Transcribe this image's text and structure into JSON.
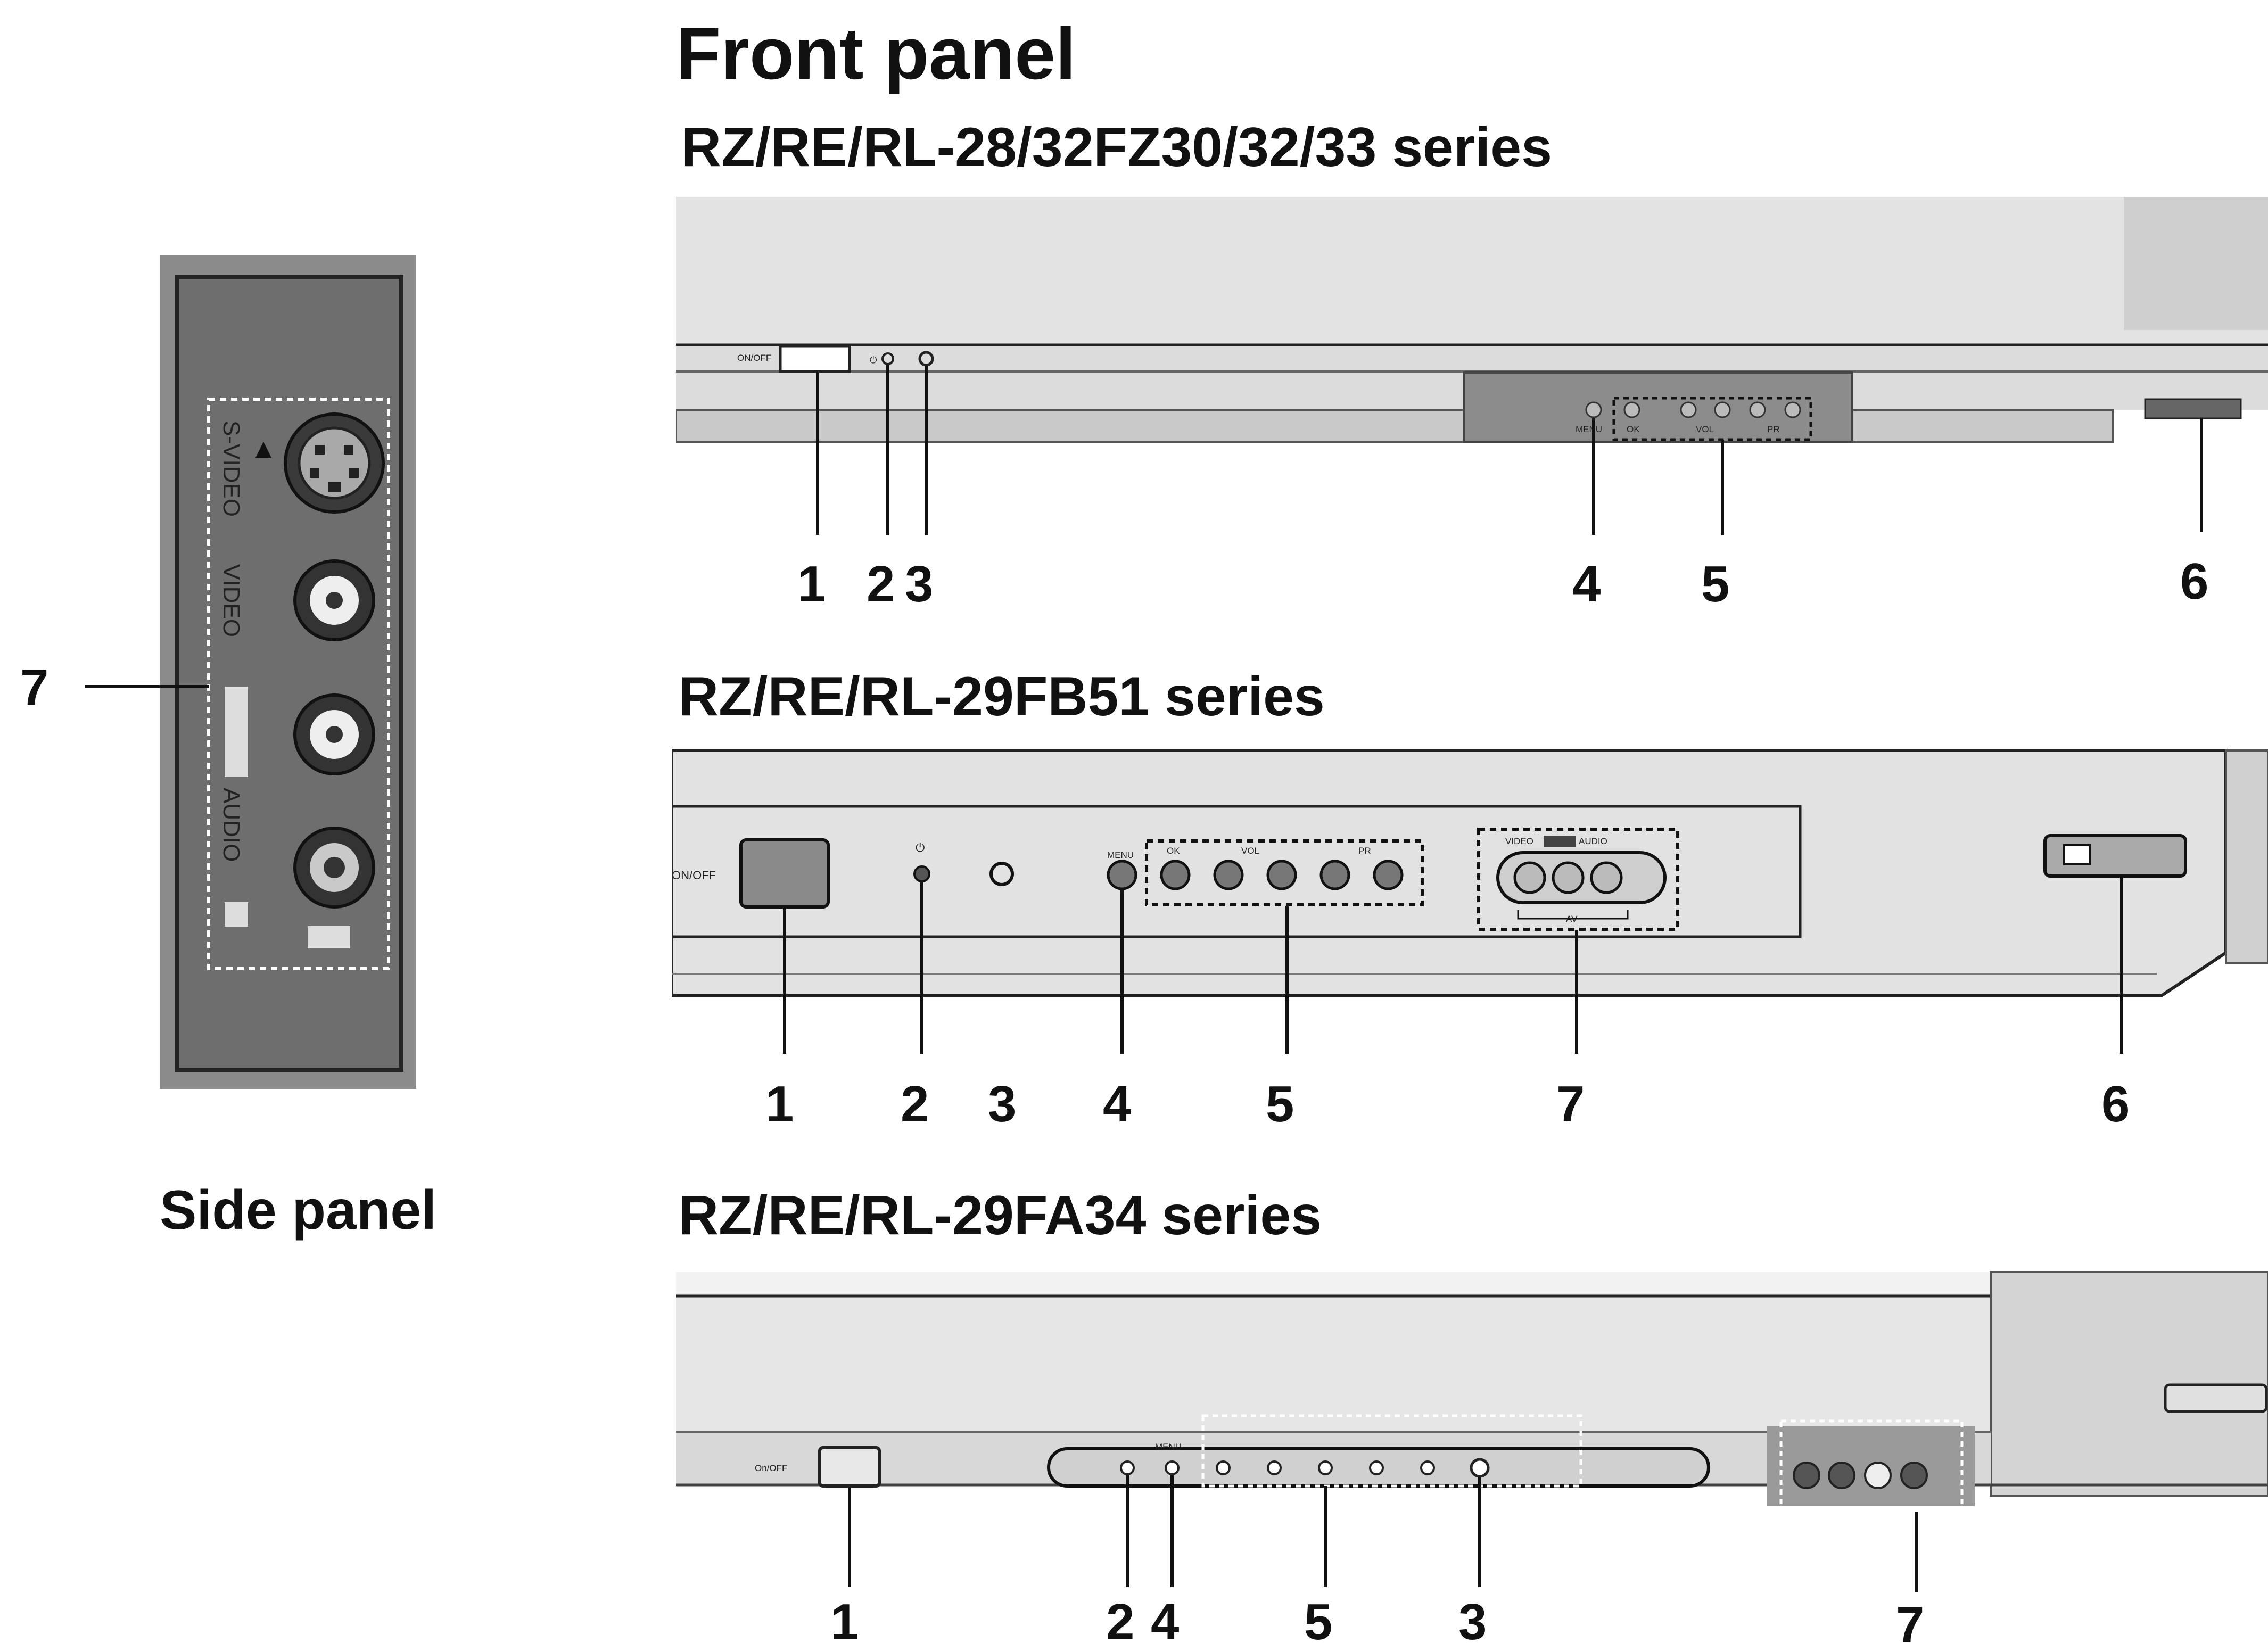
{
  "headings": {
    "front_panel": "Front panel",
    "side_panel": "Side panel",
    "model_a": "RZ/RE/RL-28/32FZ30/32/33 series",
    "model_b": "RZ/RE/RL-29FB51 series",
    "model_c": "RZ/RE/RL-29FA34 series"
  },
  "side": {
    "svideo": "S-VIDEO",
    "video": "VIDEO",
    "audio": "AUDIO",
    "callout": "7"
  },
  "panel_a": {
    "onoff": "ON/OFF",
    "menu": "MENU",
    "ok": "OK",
    "vol": "VOL",
    "pr": "PR",
    "callouts": [
      "1",
      "2",
      "3",
      "4",
      "5",
      "6"
    ]
  },
  "panel_b": {
    "onoff": "ON/OFF",
    "menu": "MENU",
    "ok": "OK",
    "vol": "VOL",
    "pr": "PR",
    "video": "VIDEO",
    "audio": "AUDIO",
    "av": "AV",
    "callouts": [
      "1",
      "2",
      "3",
      "4",
      "5",
      "7",
      "6"
    ]
  },
  "panel_c": {
    "onoff": "On/OFF",
    "menu": "MENU",
    "callouts": [
      "1",
      "2",
      "4",
      "5",
      "3",
      "7"
    ]
  }
}
